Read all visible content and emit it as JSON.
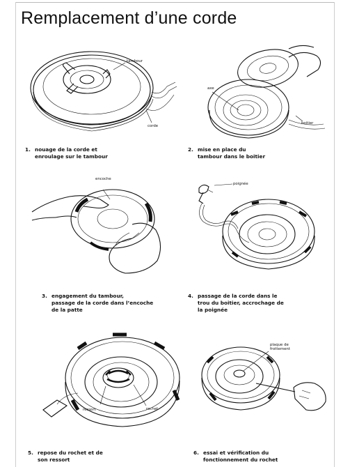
{
  "title": "Remplacement d’une corde",
  "steps": [
    {
      "number": "1.",
      "line1": "nouage de la corde et",
      "line2": "enroulage sur le tambour",
      "line3": ""
    },
    {
      "number": "2.",
      "line1": "mise en place du",
      "line2": "tambour dans le boitier",
      "line3": ""
    },
    {
      "number": "3.",
      "line1": "engagement du tambour,",
      "line2": "passage de la corde dans l’encoche",
      "line3": "de la patte"
    },
    {
      "number": "4.",
      "line1": "passage de la corde dans le",
      "line2": "trou du boitier, accrochage de",
      "line3": "la poignée"
    },
    {
      "number": "5.",
      "line1": "repose du rochet et de",
      "line2": "son ressort",
      "line3": ""
    },
    {
      "number": "6.",
      "line1": "essai et vérification du",
      "line2": "fonctionnement du rochet",
      "line3": ""
    }
  ],
  "labels": {
    "tambour": "tambour",
    "corde": "corde",
    "axe": "axe",
    "boitier": "boitier",
    "encoche": "encoche",
    "poignee": "poignée",
    "ressort": "ressort",
    "rochet": "rochet",
    "plaque_line1": "plaque de",
    "plaque_line2": "frottement"
  }
}
